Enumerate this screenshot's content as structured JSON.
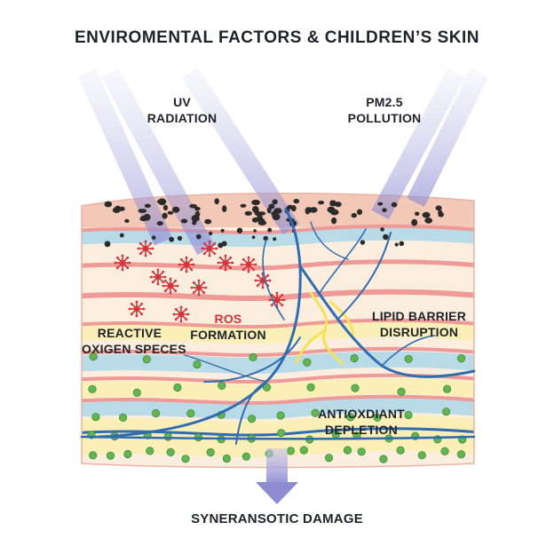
{
  "title": "ENVIROMENTAL FACTORS & CHILDREN’S SKIN",
  "sources": {
    "uv": {
      "line1": "UV",
      "line2": "RADIATION"
    },
    "pm": {
      "line1": "PM2.5",
      "line2": "POLLUTION"
    }
  },
  "labels": {
    "reactive": {
      "line1": "REACTIVE",
      "line2": "OXIGEN SPECES"
    },
    "ros": {
      "line1": "ROS",
      "line2": "FORMATION"
    },
    "lipid": {
      "line1": "LIPID BARRIER",
      "line2": "DISRUPTION"
    },
    "antioxidant": {
      "line1": "ANTIOXDIANT",
      "line2": "DEPLETION"
    }
  },
  "footer": "SYNERANSOTIC DAMAGE",
  "colors": {
    "beam": "#a9a8dc",
    "top_layer": "#f3c8b6",
    "stripe_pink": "#ef9a96",
    "stripe_blue": "#b9dbe8",
    "stripe_cream": "#fbeede",
    "stripe_yellow": "#fbefb8",
    "particle": "#2b2b2b",
    "ros_star": "#d8333a",
    "vessel": "#2f6cb0",
    "lipid_crack": "#f2e35a",
    "antioxidant_dot": "#63b552",
    "arrow": "#a9a8dc"
  },
  "icons": [
    "light-beam",
    "pollution-particle",
    "ros-star",
    "antioxidant-dot",
    "blood-vessel",
    "down-arrow"
  ]
}
